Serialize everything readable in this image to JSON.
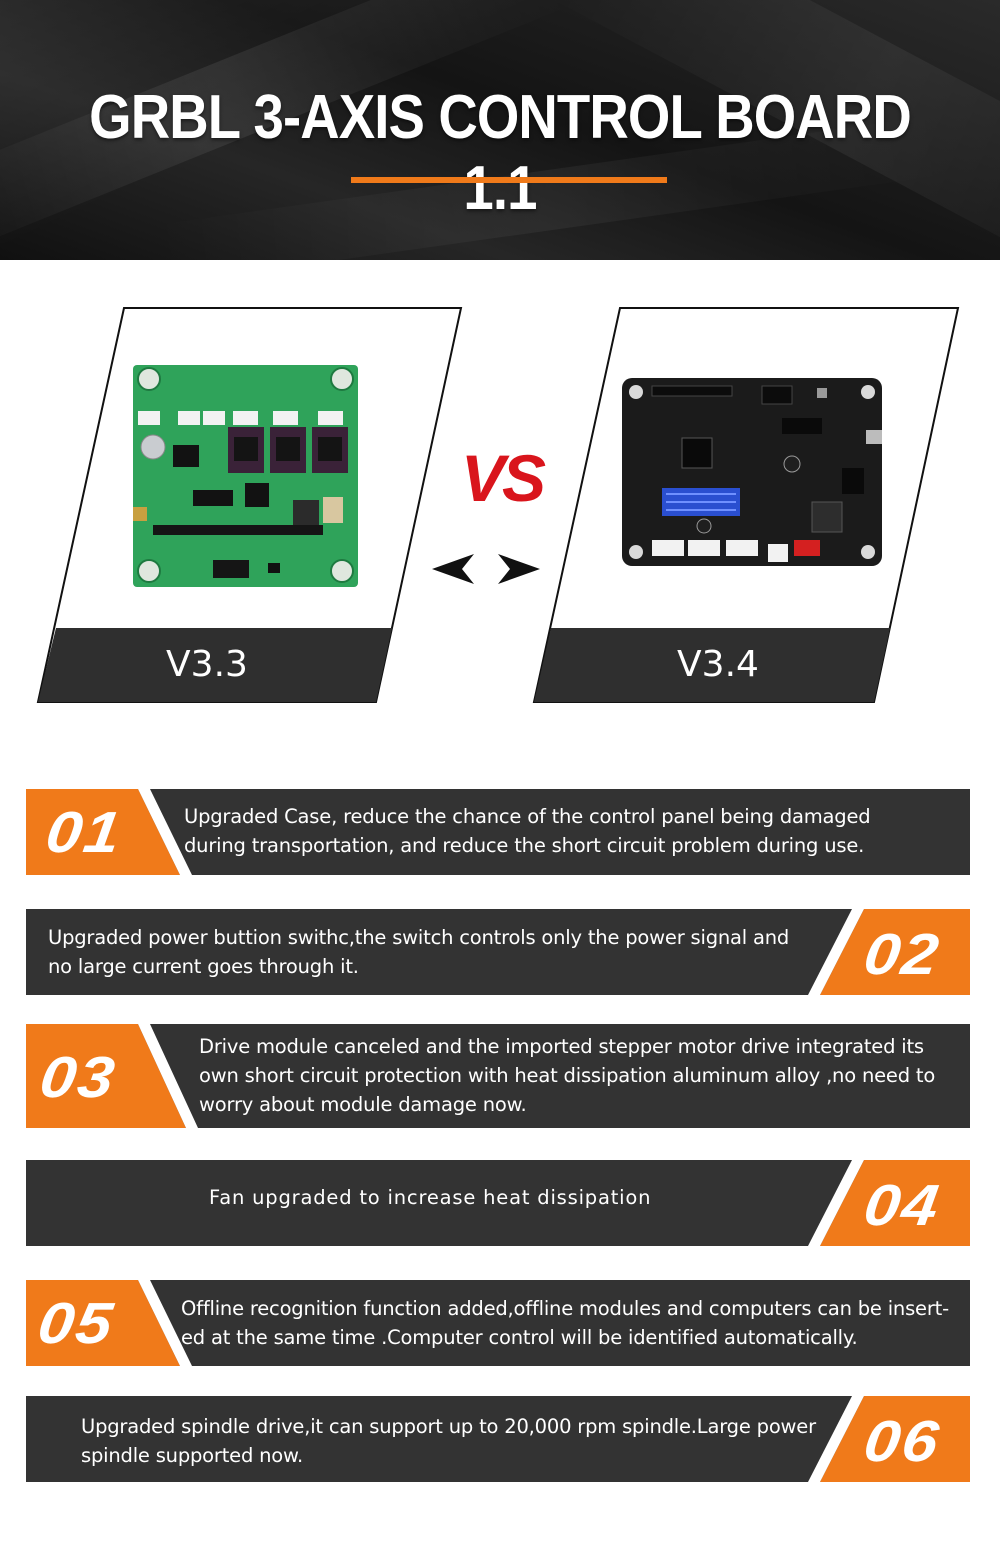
{
  "header": {
    "title": "GRBL 3-AXIS CONTROL BOARD 1.1"
  },
  "comparison": {
    "vs_label": "VS",
    "left_version": "V3.3",
    "right_version": "V3.4"
  },
  "features": [
    {
      "number": "01",
      "text": "Upgraded Case, reduce the chance of the control panel    being damaged during transportation, and reduce the short circuit problem during use."
    },
    {
      "number": "02",
      "text": "Upgraded power buttion swithc,the switch controls only the power signal and no large current goes through it."
    },
    {
      "number": "03",
      "text": "Drive module canceled and the imported stepper motor drive integrated its own short circuit protection with heat dissipation aluminum alloy ,no need to worry about module damage now."
    },
    {
      "number": "04",
      "text": "Fan upgraded to increase heat dissipation"
    },
    {
      "number": "05",
      "text": "Offline recognition function added,offline modules and computers can be insert-ed at the same time .Computer control will be identified automatically."
    },
    {
      "number": "06",
      "text": "Upgraded spindle drive,it can support up to 20,000 rpm spindle.Large power spindle supported now."
    }
  ],
  "colors": {
    "accent": "#f07a1a",
    "bar_dark": "#333333",
    "vs_red": "#d9151c",
    "board_green": "#2fa35a",
    "board_black": "#1b1b1b"
  }
}
